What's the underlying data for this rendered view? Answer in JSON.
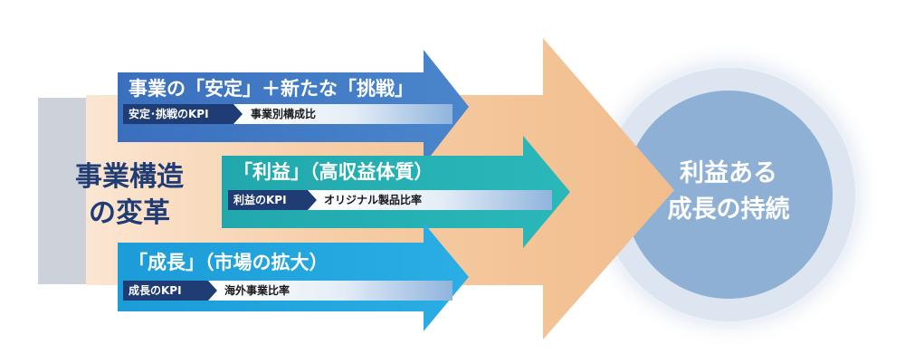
{
  "left_box": {
    "line1": "事業構造",
    "line2": "の変革"
  },
  "arrows": [
    {
      "title": "事業の「安定」＋新たな「挑戦」",
      "kpi_label": "安定･挑戦のKPI",
      "kpi_value": "事業別構成比"
    },
    {
      "title": "「利益」（高収益体質）",
      "kpi_label": "利益のKPI",
      "kpi_value": "オリジナル製品比率"
    },
    {
      "title": "「成長」（市場の拡大）",
      "kpi_label": "成長のKPI",
      "kpi_value": "海外事業比率"
    }
  ],
  "goal": {
    "line1": "利益ある",
    "line2": "成長の持続"
  },
  "colors": {
    "left_box": "#cdd1d9",
    "big_arrow": "#f2c091",
    "arrow_top": "#3f78c2",
    "arrow_middle": "#25b0b4",
    "arrow_bottom": "#1fa3dd",
    "kpi_tag": "#1f3c74",
    "circle_inner": "#8fb0d5",
    "left_text": "#1f3c74"
  }
}
